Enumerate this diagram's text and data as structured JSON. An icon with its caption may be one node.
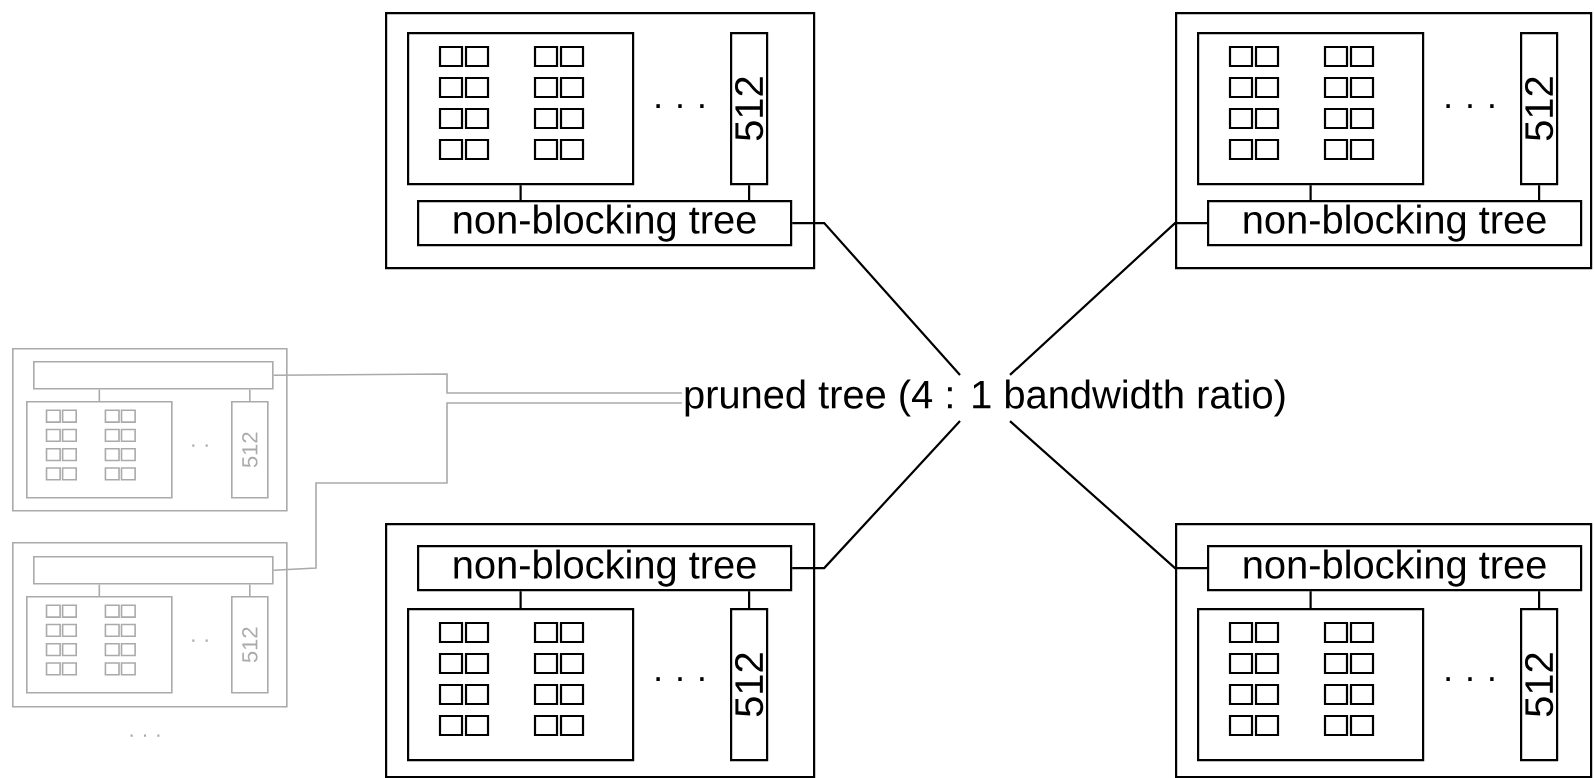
{
  "diagram": {
    "nodes": [
      {
        "text": [],
        "shape": "box"
      },
      {
        "text": [],
        "shape": "box",
        "in": 0
      },
      {
        "text": [
          "512"
        ],
        "in": 0
      },
      {
        "text": [
          "non-blocking tree"
        ],
        "in": 0
      },
      {
        "text": [],
        "shape": "box"
      },
      {
        "text": [],
        "shape": "box",
        "in": 4
      },
      {
        "text": [
          "512"
        ],
        "in": 4
      },
      {
        "text": [
          "non-blocking tree"
        ],
        "in": 4
      },
      {
        "text": [
          "pruned tree (4 : 1 bandwidth ratio)"
        ]
      },
      {
        "text": [],
        "shape": "box"
      },
      {
        "text": [],
        "shape": "box",
        "in": 9
      },
      {
        "text": [],
        "shape": "box",
        "in": 9
      },
      {
        "text": [
          "512"
        ],
        "in": 9
      },
      {
        "text": [],
        "shape": "box"
      },
      {
        "text": [],
        "shape": "box",
        "in": 13
      },
      {
        "text": [],
        "shape": "box",
        "in": 13
      },
      {
        "text": [
          "512"
        ],
        "in": 13
      },
      {
        "text": [],
        "shape": "box"
      },
      {
        "text": [
          "non-blocking tree"
        ],
        "in": 17
      },
      {
        "text": [],
        "shape": "box",
        "in": 17
      },
      {
        "text": [
          "512"
        ],
        "in": 17
      },
      {
        "text": [],
        "shape": "box"
      },
      {
        "text": [
          "non-blocking tree"
        ],
        "in": 21
      },
      {
        "text": [],
        "shape": "box",
        "in": 21
      },
      {
        "text": [
          "512"
        ],
        "in": 21
      }
    ],
    "edges": [
      {
        "from": 1,
        "to": 3,
        "arrow": "none"
      },
      {
        "from": 2,
        "to": 3,
        "arrow": "none"
      },
      {
        "from": 5,
        "to": 7,
        "arrow": "none"
      },
      {
        "from": 6,
        "to": 7,
        "arrow": "none"
      },
      {
        "from": 11,
        "to": 10,
        "arrow": "none",
        "color": "#aaaaaa"
      },
      {
        "from": 12,
        "to": 10,
        "arrow": "none",
        "color": "#aaaaaa"
      },
      {
        "from": 15,
        "to": 14,
        "arrow": "none",
        "color": "#aaaaaa"
      },
      {
        "from": 16,
        "to": 14,
        "arrow": "none",
        "color": "#aaaaaa"
      },
      {
        "from": 19,
        "to": 18,
        "arrow": "none"
      },
      {
        "from": 20,
        "to": 18,
        "arrow": "none"
      },
      {
        "from": 23,
        "to": 22,
        "arrow": "none"
      },
      {
        "from": 24,
        "to": 22,
        "arrow": "none"
      },
      {
        "from": 3,
        "to": 8,
        "arrow": "none"
      },
      {
        "from": 7,
        "to": 8,
        "arrow": "none"
      },
      {
        "from": 18,
        "to": 8,
        "arrow": "none"
      },
      {
        "from": 22,
        "to": 8,
        "arrow": "none"
      },
      {
        "from": 10,
        "to": 8,
        "arrow": "none",
        "color": "#aaaaaa"
      },
      {
        "from": 14,
        "to": 8,
        "arrow": "none",
        "color": "#aaaaaa"
      }
    ],
    "labels": [
      "· · ·",
      "· · ·",
      "· ·",
      "· ·",
      "· · ·",
      "· · ·",
      "· · ·"
    ]
  }
}
